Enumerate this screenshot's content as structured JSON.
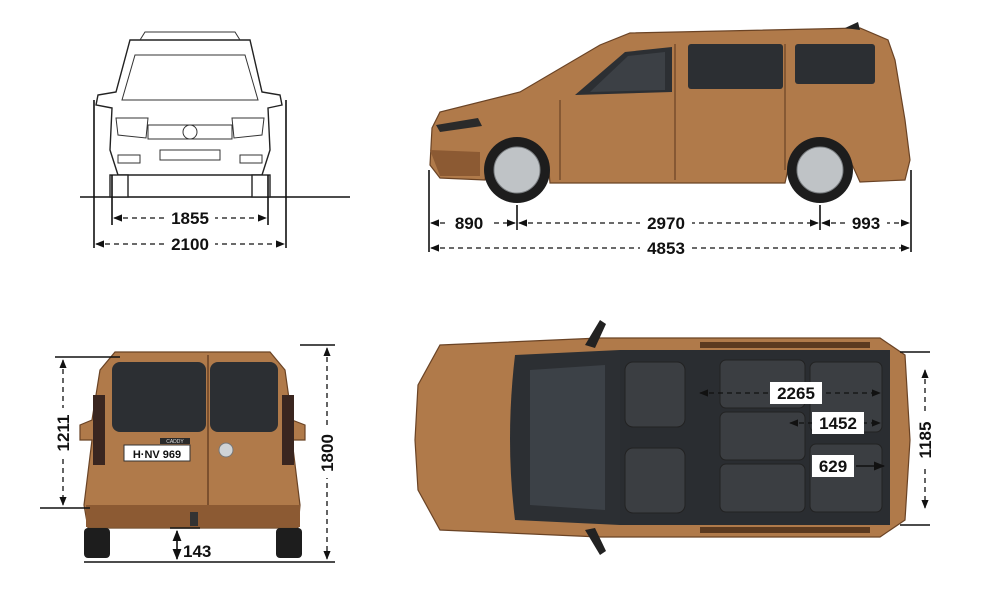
{
  "diagram": {
    "views": [
      "front",
      "side",
      "rear",
      "top"
    ],
    "dimensions": {
      "front_track": "1855",
      "front_width": "2100",
      "front_overhang": "890",
      "wheelbase": "2970",
      "rear_overhang": "993",
      "overall_length": "4853",
      "rear_load_height": "1211",
      "overall_height": "1800",
      "ground_clearance": "143",
      "cargo_length": "2265",
      "cargo_length_2": "1452",
      "cargo_length_3": "629",
      "cargo_width": "1185"
    },
    "plate_text": "H·NV 969",
    "badge_text": "CADDY",
    "colors": {
      "body": "#b07a4a",
      "glass": "#2c2f33",
      "lines": "#111111"
    }
  }
}
